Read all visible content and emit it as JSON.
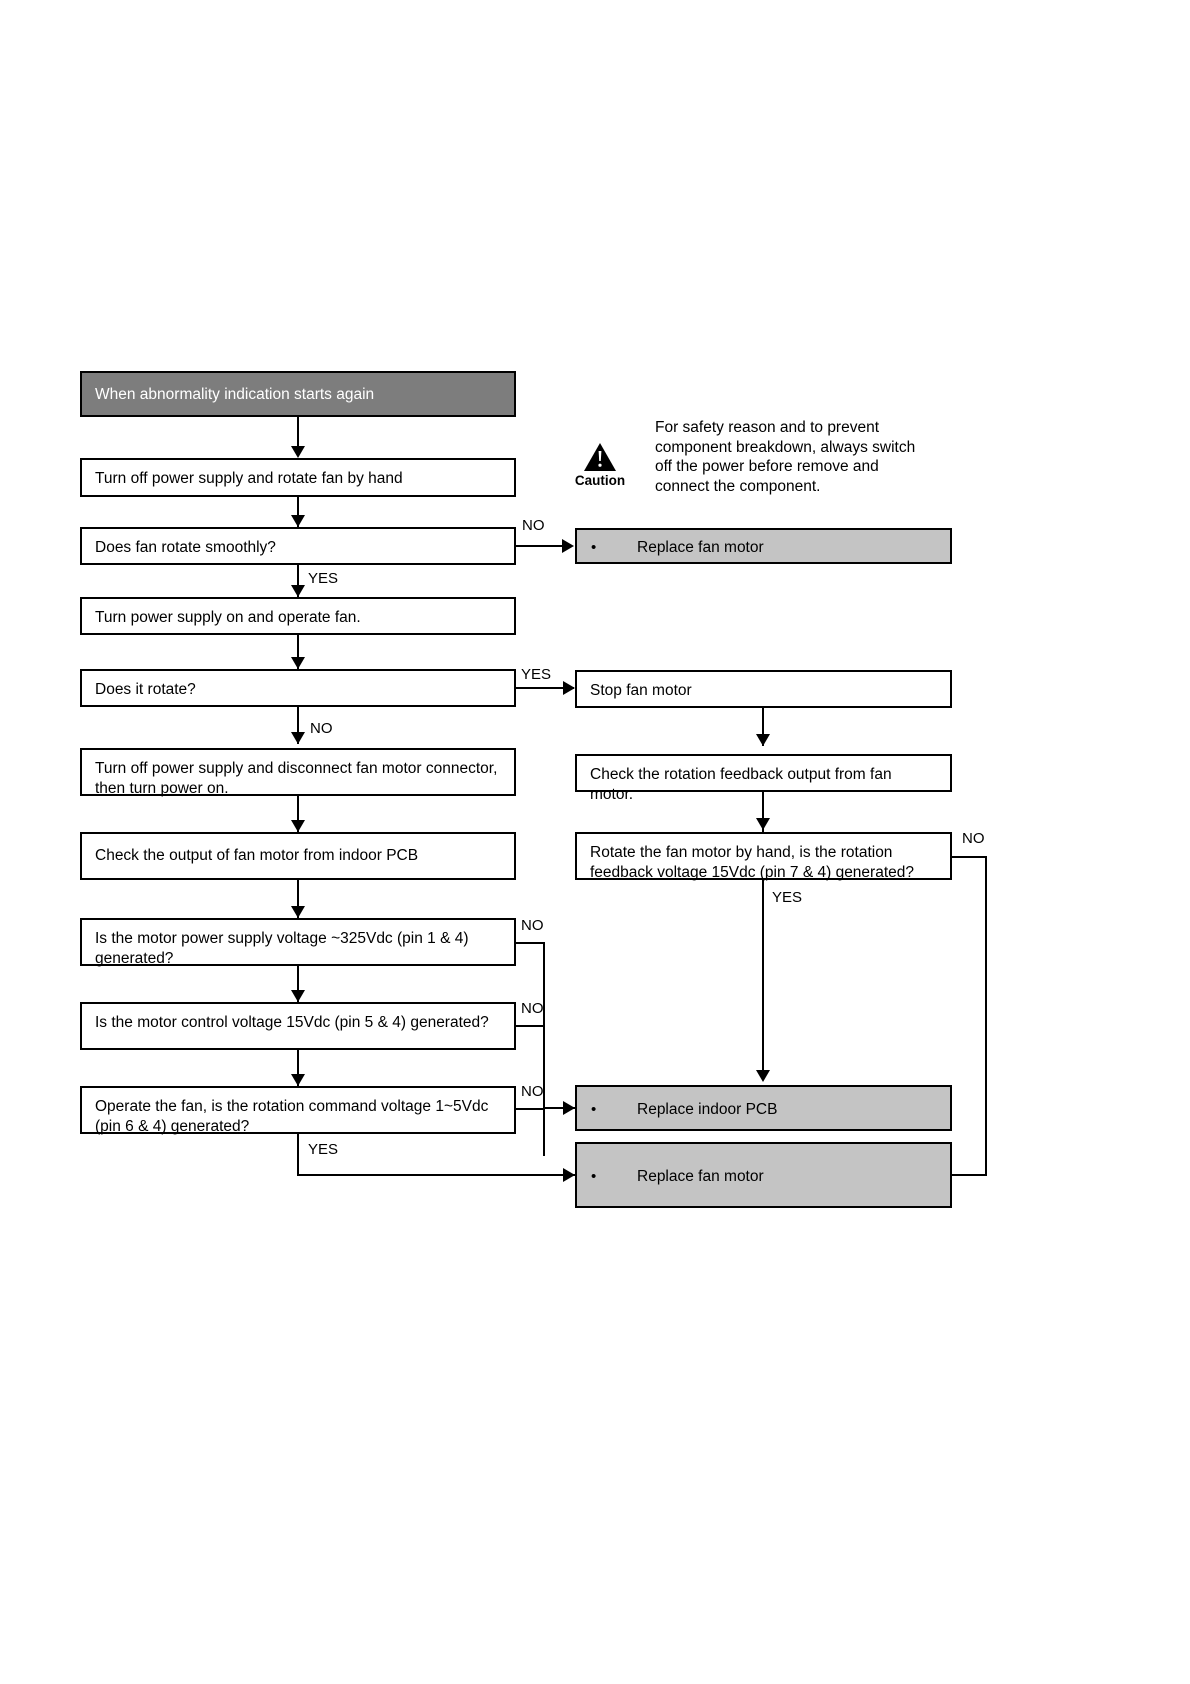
{
  "diagram": {
    "title": "Fan motor abnormality troubleshooting flowchart",
    "colors": {
      "header_fill": "#7d7d7d",
      "action_fill": "#c4c4c4",
      "box_fill": "#ffffff",
      "line": "#000000"
    },
    "header": {
      "label": "When abnormality indication starts again"
    },
    "caution": {
      "icon": "warning-triangle-icon",
      "label": "Caution",
      "text": "For safety reason and to prevent component breakdown, always switch off the power before remove and connect the component."
    },
    "nodes": [
      {
        "id": "n1",
        "type": "process",
        "text": "Turn off power supply and rotate fan by hand"
      },
      {
        "id": "n2",
        "type": "decision",
        "text": "Does fan rotate smoothly?"
      },
      {
        "id": "n3",
        "type": "process",
        "text": "Turn power supply on and operate fan."
      },
      {
        "id": "n4",
        "type": "decision",
        "text": "Does it rotate?"
      },
      {
        "id": "n5",
        "type": "process",
        "text": "Turn off power supply and disconnect fan motor connector, then turn power on."
      },
      {
        "id": "n6",
        "type": "process",
        "text": "Check the output of fan motor from indoor PCB"
      },
      {
        "id": "n7",
        "type": "decision",
        "text": "Is the motor power supply voltage ~325Vdc (pin 1 & 4) generated?"
      },
      {
        "id": "n8",
        "type": "decision",
        "text": "Is the motor control voltage 15Vdc (pin 5 & 4) generated?"
      },
      {
        "id": "n9",
        "type": "decision",
        "text": "Operate the fan, is the rotation command voltage 1~5Vdc (pin 6 & 4) generated?"
      },
      {
        "id": "r1",
        "type": "process",
        "text": "Stop fan motor"
      },
      {
        "id": "r2",
        "type": "process",
        "text": "Check the rotation feedback output from fan motor."
      },
      {
        "id": "r3",
        "type": "decision",
        "text": "Rotate the fan motor by hand, is the rotation feedback voltage 15Vdc (pin 7 & 4) generated?"
      },
      {
        "id": "a1",
        "type": "action",
        "bullet": "•",
        "text": "Replace fan motor"
      },
      {
        "id": "a2",
        "type": "action",
        "bullet": "•",
        "text": "Replace indoor PCB"
      },
      {
        "id": "a3",
        "type": "action",
        "bullet": "•",
        "text": "Replace fan motor"
      }
    ],
    "edge_labels": {
      "n2_no": "NO",
      "n2_yes": "YES",
      "n4_yes": "YES",
      "n4_no": "NO",
      "n7_no": "NO",
      "n8_no": "NO",
      "n9_no": "NO",
      "n9_yes": "YES",
      "r3_yes": "YES",
      "r3_no": "NO"
    }
  }
}
